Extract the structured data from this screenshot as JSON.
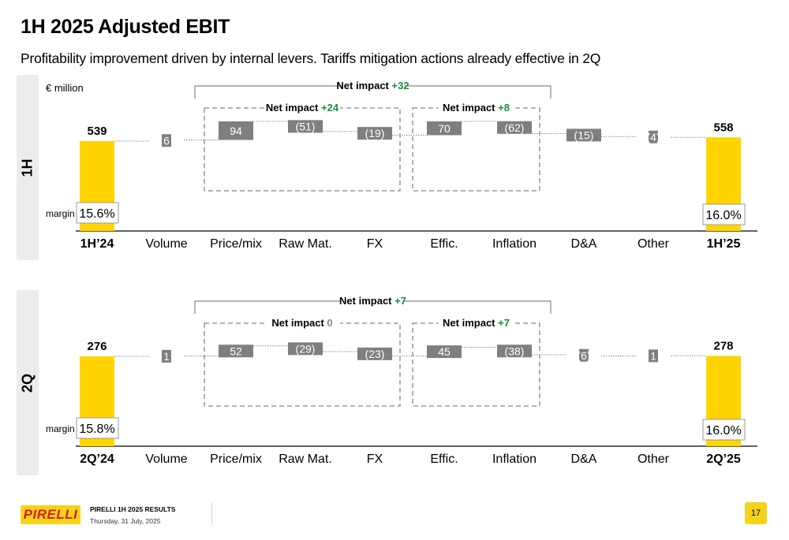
{
  "header": {
    "title": "1H 2025 Adjusted EBIT",
    "subtitle": "Profitability improvement driven by internal levers. Tariffs mitigation actions already effective in 2Q"
  },
  "unit_label": "€ million",
  "colors": {
    "total_bar": "#ffd400",
    "step_bar": "#7f7f7f",
    "positive": "#1a8a3a",
    "axis": "#000000"
  },
  "chart_data": [
    {
      "type": "bar",
      "panel_label": "1H",
      "categories": [
        "1H’24",
        "Volume",
        "Price/mix",
        "Raw Mat.",
        "FX",
        "Effic.",
        "Inflation",
        "D&A",
        "Other",
        "1H’25"
      ],
      "values": [
        539,
        6,
        94,
        -51,
        -19,
        70,
        -62,
        -15,
        -4,
        558
      ],
      "labels": [
        "539",
        "6",
        "94",
        "(51)",
        "(19)",
        "70",
        "(62)",
        "(15)",
        "(4)",
        "558"
      ],
      "margins": {
        "start": "15.6%",
        "end": "16.0%"
      },
      "margin_label": "margin",
      "net_impact_outer": {
        "label": "Net impact",
        "value": "+32",
        "range": [
          "Price/mix",
          "Inflation"
        ]
      },
      "net_impact_groups": [
        {
          "label": "Net impact",
          "value": "+24",
          "range": [
            "Price/mix",
            "FX"
          ]
        },
        {
          "label": "Net impact",
          "value": "+8",
          "range": [
            "Effic.",
            "Inflation"
          ]
        }
      ]
    },
    {
      "type": "bar",
      "panel_label": "2Q",
      "categories": [
        "2Q’24",
        "Volume",
        "Price/mix",
        "Raw Mat.",
        "FX",
        "Effic.",
        "Inflation",
        "D&A",
        "Other",
        "2Q’25"
      ],
      "values": [
        276,
        1,
        52,
        -29,
        -23,
        45,
        -38,
        -6,
        1,
        278
      ],
      "labels": [
        "276",
        "1",
        "52",
        "(29)",
        "(23)",
        "45",
        "(38)",
        "(6)",
        "1",
        "278"
      ],
      "margins": {
        "start": "15.8%",
        "end": "16.0%"
      },
      "margin_label": "margin",
      "net_impact_outer": {
        "label": "Net impact",
        "value": "+7",
        "range": [
          "Price/mix",
          "Inflation"
        ]
      },
      "net_impact_groups": [
        {
          "label": "Net impact",
          "value": "0",
          "range": [
            "Price/mix",
            "FX"
          ]
        },
        {
          "label": "Net impact",
          "value": "+7",
          "range": [
            "Effic.",
            "Inflation"
          ]
        }
      ]
    }
  ],
  "footer": {
    "logo": "PIRELLI",
    "line1": "PIRELLI 1H 2025 RESULTS",
    "line2": "Thursday, 31 July, 2025",
    "page_number": "17"
  }
}
